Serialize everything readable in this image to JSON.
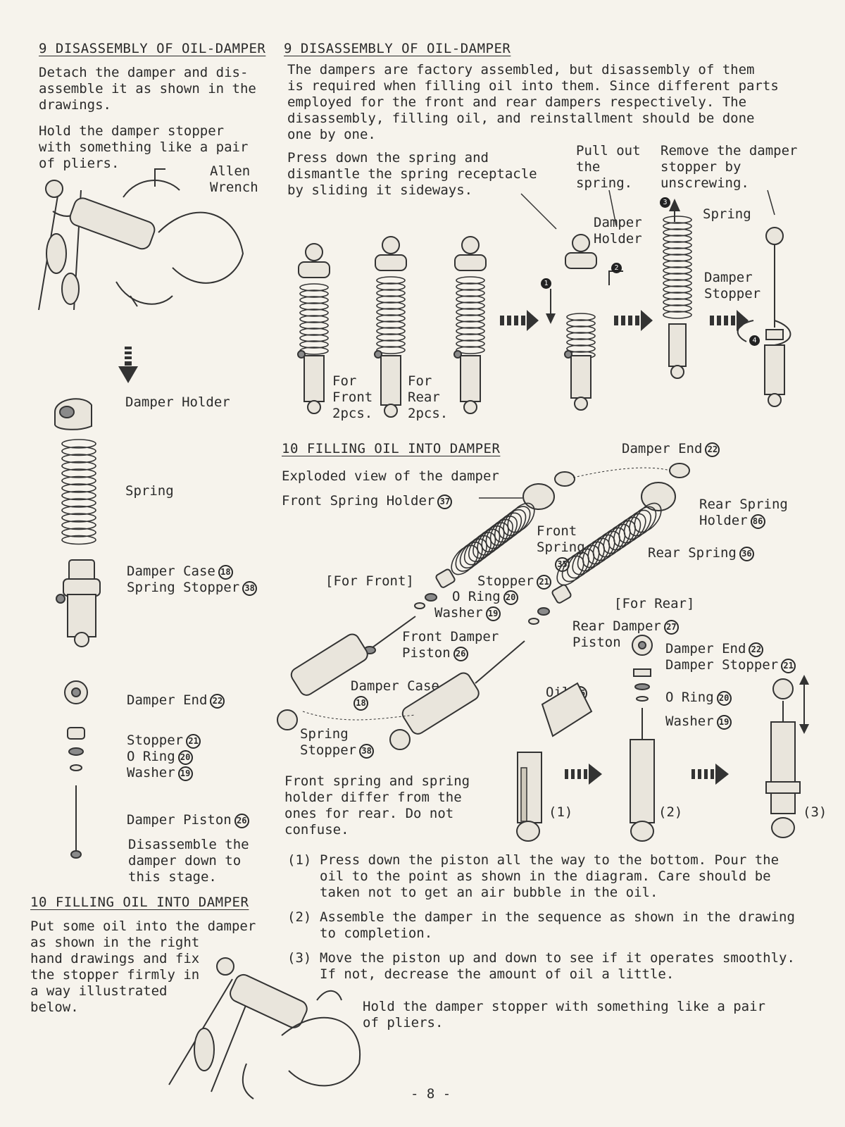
{
  "left": {
    "section9": {
      "heading": "9 DISASSEMBLY OF OIL-DAMPER",
      "para1": "Detach the damper and dis-\nassemble it as shown in the\ndrawings.",
      "para2": "Hold the damper stopper\nwith something like a pair\nof pliers.",
      "allen_label": "Allen\nWrench"
    },
    "parts": {
      "damper_holder": "Damper Holder",
      "spring": "Spring",
      "damper_case": "Damper Case",
      "damper_case_num": "18",
      "spring_stopper": "Spring Stopper",
      "spring_stopper_num": "38",
      "damper_end": "Damper End",
      "damper_end_num": "22",
      "stopper": "Stopper",
      "stopper_num": "21",
      "o_ring": "O Ring",
      "o_ring_num": "20",
      "washer": "Washer",
      "washer_num": "19",
      "damper_piston": "Damper Piston",
      "damper_piston_num": "26",
      "note": "Disassemble the\ndamper down to\nthis stage."
    },
    "section10": {
      "heading": "10 FILLING OIL INTO DAMPER",
      "para": "Put some oil into the damper\nas shown in the right\nhand drawings and fix\nthe stopper firmly in\na way illustrated\nbelow."
    }
  },
  "right": {
    "section9": {
      "heading": "9 DISASSEMBLY OF OIL-DAMPER",
      "intro": "The dampers are factory assembled, but disassembly of them\nis required when filling oil into them.  Since different parts\nemployed for the front and rear dampers respectively. The\ndisassembly,  filling oil, and reinstallment should be done\none by one.",
      "press_note": "Press down the spring and\ndismantle the spring receptacle\nby sliding it sideways.",
      "pull_note": "Pull out\nthe\nspring.",
      "remove_note": "Remove the damper\nstopper by\nunscrewing.",
      "damper_holder": "Damper\nHolder",
      "spring": "Spring",
      "damper_stopper": "Damper\nStopper",
      "for_front": "For\nFront\n2pcs.",
      "for_rear": "For\nRear\n2pcs.",
      "step_markers": [
        "1",
        "2",
        "3",
        "4"
      ]
    },
    "section10": {
      "heading": "10 FILLING OIL INTO DAMPER",
      "exploded": "Exploded view of the damper",
      "front_spring_holder": "Front Spring Holder",
      "front_spring_holder_num": "37",
      "damper_end": "Damper End",
      "damper_end_num": "22",
      "rear_spring_holder": "Rear Spring\nHolder",
      "rear_spring_holder_num": "86",
      "front_spring": "Front\nSpring",
      "front_spring_num": "35",
      "rear_spring": "Rear Spring",
      "rear_spring_num": "36",
      "for_front": "[For Front]",
      "stopper": "Stopper",
      "stopper_num": "21",
      "o_ring": "O Ring",
      "o_ring_num": "20",
      "washer": "Washer",
      "washer_num": "19",
      "for_rear": "[For Rear]",
      "front_damper_piston": "Front Damper\nPiston",
      "front_damper_piston_num": "26",
      "rear_damper": "Rear Damper",
      "rear_damper_num": "27",
      "piston": "Piston",
      "damper_end_r": "Damper End",
      "damper_end_r_num": "22",
      "damper_stopper_r": "Damper Stopper",
      "damper_stopper_r_num": "21",
      "damper_case": "Damper Case",
      "damper_case_num": "18",
      "oil": "Oil",
      "oil_num": "96",
      "o_ring_r": "O Ring",
      "o_ring_r_num": "20",
      "washer_r": "Washer",
      "washer_r_num": "19",
      "spring_stopper": "Spring\nStopper",
      "spring_stopper_num": "38",
      "caution": "Front spring and spring\nholder differ from the\nones for rear. Do not\nconfuse.",
      "fig_labels": [
        "(1)",
        "(2)",
        "(3)"
      ],
      "steps": [
        {
          "n": "(1)",
          "text": "Press down the piston all the way to the bottom. Pour the\noil to the point as shown in the diagram. Care should be\ntaken not to get an air bubble in the oil."
        },
        {
          "n": "(2)",
          "text": "Assemble the damper in the sequence as shown in the drawing\nto completion."
        },
        {
          "n": "(3)",
          "text": "Move the piston up and down to see if it operates smoothly.\nIf not, decrease the amount of oil a little."
        }
      ],
      "hold_note": "Hold the damper stopper with something like a pair\nof pliers."
    }
  },
  "page_number": "- 8 -"
}
